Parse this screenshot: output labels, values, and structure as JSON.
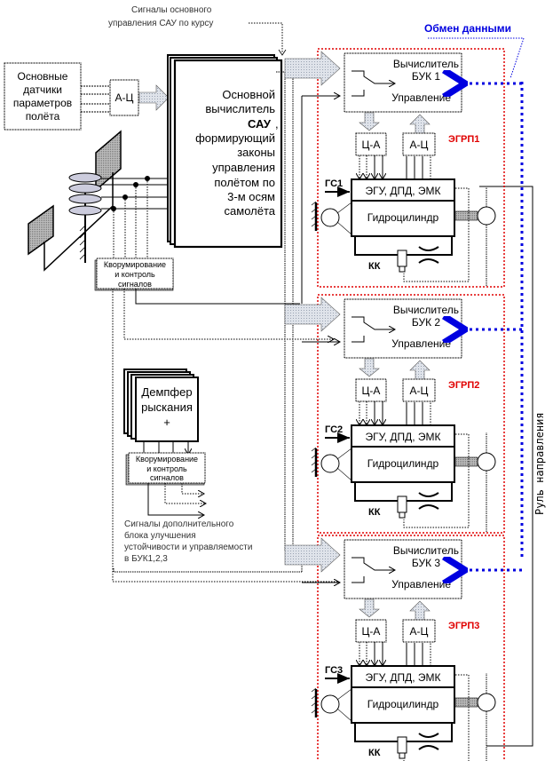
{
  "labels": {
    "top_signal_1": "Сигналы основного",
    "top_signal_2": "управления САУ по курсу",
    "data_exchange": "Обмен данными",
    "sensors_1": "Основные",
    "sensors_2": "датчики",
    "sensors_3": "параметров",
    "sensors_4": "полёта",
    "adc": "А-Ц",
    "dac": "Ц-А",
    "main_1": "Основной",
    "main_2": "вычислитель",
    "main_3": "САУ",
    "main_4": "формирующий",
    "main_5": "законы",
    "main_6": "управления",
    "main_7": "полётом по",
    "main_8": "3-м осям",
    "main_9": "самолёта",
    "quorum_1": "Кворумирование",
    "quorum_2": "и контроль",
    "quorum_3": "сигналов",
    "damper_1": "Демпфер",
    "damper_2": "рыскания",
    "damper_3": "+",
    "extra_1": "Сигналы дополнительного",
    "extra_2": "блока улучшения",
    "extra_3": "устойчивости и управляемости",
    "extra_4": "в БУК1,2,3",
    "computer": "Вычислитель",
    "control": "Управление",
    "egu": "ЭГУ, ДПД, ЭМК",
    "cylinder": "Гидроцилиндр",
    "kk": "КК",
    "rudder": "Руль направления"
  },
  "channels": [
    {
      "buk": "БУК 1",
      "egrp": "ЭГРП1",
      "gs": "ГС1"
    },
    {
      "buk": "БУК 2",
      "egrp": "ЭГРП2",
      "gs": "ГС2"
    },
    {
      "buk": "БУК 3",
      "egrp": "ЭГРП3",
      "gs": "ГС3"
    }
  ],
  "colors": {
    "red_border": "#e00000",
    "blue_link": "#0000e0",
    "arrow_fill": "#d8dde6"
  }
}
